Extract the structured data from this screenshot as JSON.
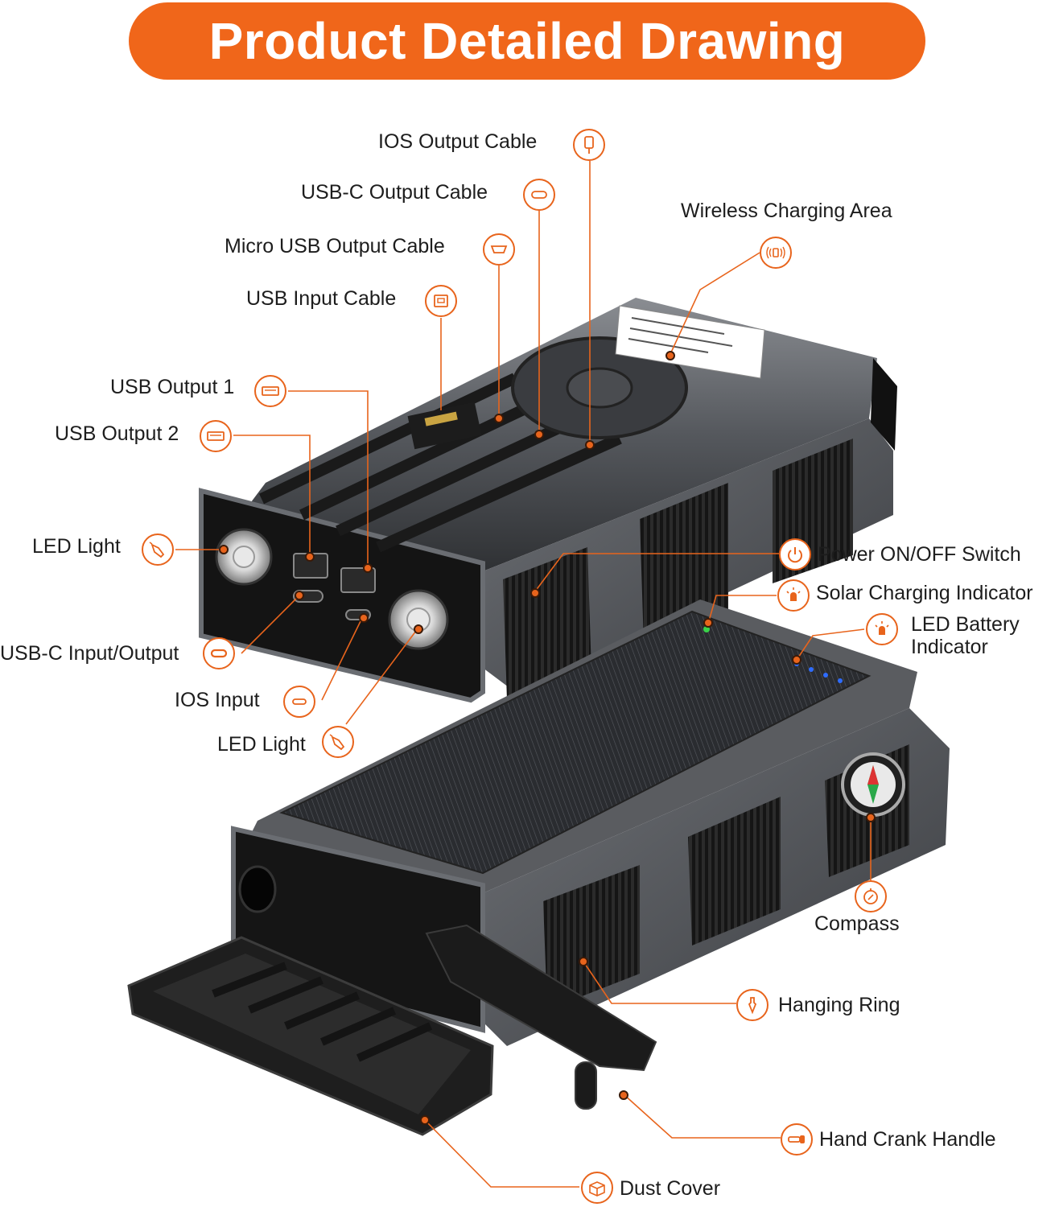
{
  "title": "Product Detailed Drawing",
  "labels": {
    "ios_output_cable": "IOS Output Cable",
    "usbc_output_cable": "USB-C Output Cable",
    "wireless_charging_area": "Wireless Charging Area",
    "micro_usb_output_cable": "Micro USB Output Cable",
    "usb_input_cable": "USB Input Cable",
    "usb_output_1": "USB Output 1",
    "usb_output_2": "USB Output 2",
    "led_light_left": "LED Light",
    "power_switch": "Power ON/OFF Switch",
    "solar_indicator": "Solar Charging Indicator",
    "led_battery_indicator_line1": "LED Battery",
    "led_battery_indicator_line2": "Indicator",
    "usbc_input_output": "USB-C Input/Output",
    "ios_input": "IOS Input",
    "led_light_lower": "LED Light",
    "compass": "Compass",
    "hanging_ring": "Hanging Ring",
    "hand_crank_handle": "Hand Crank Handle",
    "dust_cover": "Dust Cover"
  },
  "colors": {
    "accent": "#f0661a",
    "line": "#e8641c",
    "body": "#4a4c50",
    "rubber": "#1b1b1b"
  },
  "icons": {
    "ios_output_cable": "lightning-cable-icon",
    "usbc_output_cable": "usb-c-port-icon",
    "wireless_charging_area": "wireless-signal-icon",
    "micro_usb_output_cable": "micro-usb-port-icon",
    "usb_input_cable": "usb-a-port-icon",
    "usb_output_1": "usb-a-port-icon",
    "usb_output_2": "usb-a-port-icon",
    "led_light": "flashlight-icon",
    "power_switch": "power-icon",
    "solar_indicator": "indicator-light-icon",
    "led_battery_indicator": "indicator-light-icon",
    "usbc_input_output": "usb-c-port-icon",
    "ios_input": "lightning-port-icon",
    "compass": "compass-icon",
    "hanging_ring": "carabiner-icon",
    "hand_crank_handle": "crank-icon",
    "dust_cover": "box-icon"
  }
}
